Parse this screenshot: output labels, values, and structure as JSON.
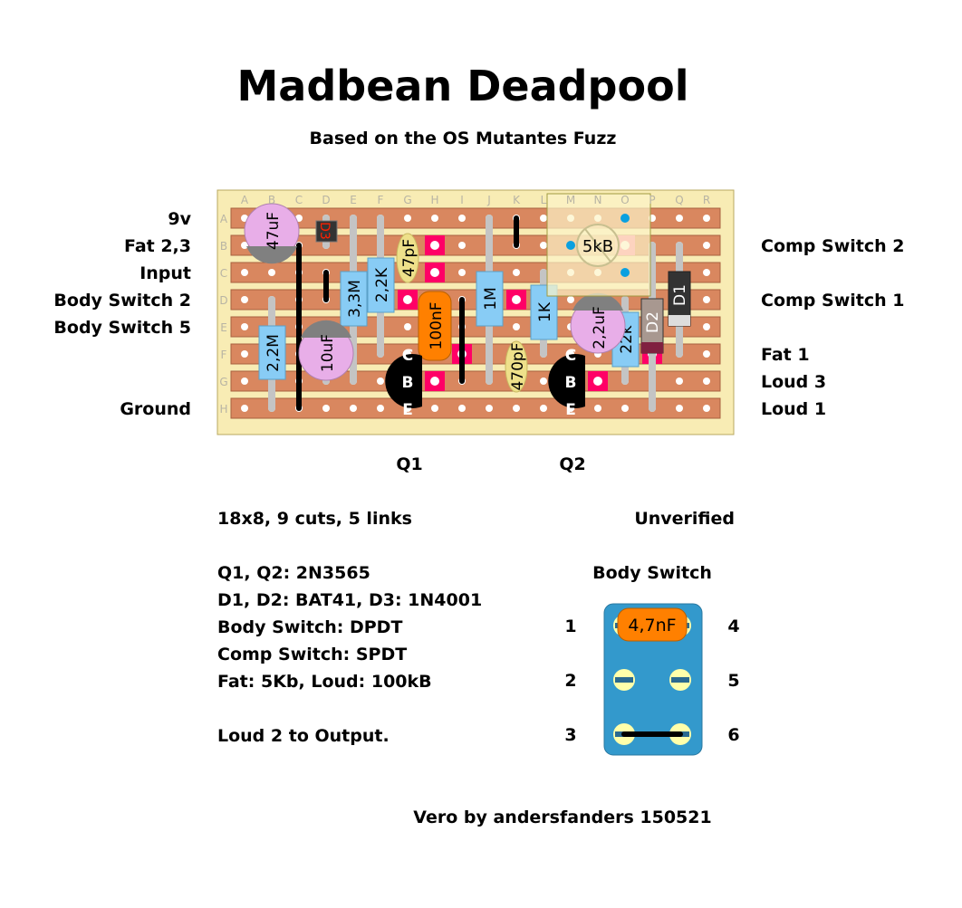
{
  "title": "Madbean Deadpool",
  "subtitle": "Based on the OS Mutantes Fuzz",
  "columns": [
    "A",
    "B",
    "C",
    "D",
    "E",
    "F",
    "G",
    "H",
    "I",
    "J",
    "K",
    "L",
    "M",
    "N",
    "O",
    "P",
    "Q",
    "R"
  ],
  "rows": [
    "A",
    "B",
    "C",
    "D",
    "E",
    "F",
    "G",
    "H"
  ],
  "left_labels": [
    "9v",
    "Fat 2,3",
    "Input",
    "Body Switch 2",
    "Body Switch 5",
    "Ground"
  ],
  "right_labels": [
    "Comp Switch 2",
    "Comp Switch 1",
    "Fat 1",
    "Loud 3",
    "Loud 1"
  ],
  "components": {
    "c47u": "47uF",
    "c10u": "10uF",
    "c22u": "2,2uF",
    "r22m": "2,2M",
    "r33m": "3,3M",
    "r22k": "2,2K",
    "r1m": "1M",
    "r1k": "1K",
    "r22k2": "22k",
    "c47p": "47pF",
    "c470p": "470pF",
    "c100n": "100nF",
    "d1": "D1",
    "d2": "D2",
    "d3": "D3",
    "pot": "5kB",
    "pin_c": "C",
    "pin_b": "B",
    "pin_e": "E"
  },
  "q1": "Q1",
  "q2": "Q2",
  "notes": {
    "size": "18x8, 9 cuts, 5 links",
    "status": "Unverified",
    "transistors": "Q1, Q2: 2N3565",
    "diodes": "D1, D2: BAT41,  D3: 1N4001",
    "body_switch": "Body Switch: DPDT",
    "comp_switch": "Comp Switch: SPDT",
    "pots": "Fat: 5Kb, Loud: 100kB",
    "output": "Loud 2 to Output."
  },
  "switch": {
    "title": "Body Switch",
    "cap": "4,7nF",
    "lugs_left": [
      "1",
      "2",
      "3"
    ],
    "lugs_right": [
      "4",
      "5",
      "6"
    ]
  },
  "footer": "Vero by andersfanders 150521",
  "colors": {
    "board": "#f8ecb4",
    "strip": "#d9875f",
    "cut": "#ff0066",
    "resistor": "#88ccf5",
    "ecap": "#e8aee8",
    "switch": "#3399cc"
  }
}
